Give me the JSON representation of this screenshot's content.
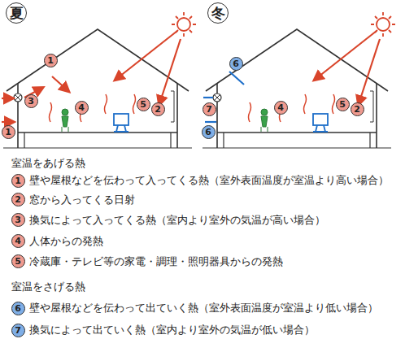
{
  "diagram": {
    "nodes": [
      {
        "text": [
          "夏"
        ]
      },
      {
        "text": [
          "冬"
        ]
      },
      {
        "text": [
          "1"
        ]
      },
      {
        "text": [
          "3"
        ]
      },
      {
        "text": [
          "1"
        ]
      },
      {
        "text": [
          "4"
        ]
      },
      {
        "text": [
          "5"
        ]
      },
      {
        "text": [
          "2"
        ]
      },
      {
        "text": [
          "6"
        ]
      },
      {
        "text": [
          "7"
        ]
      },
      {
        "text": [
          "6"
        ]
      },
      {
        "text": [
          "4"
        ]
      },
      {
        "text": [
          "5"
        ]
      },
      {
        "text": [
          "2"
        ]
      },
      {
        "text": [
          "1"
        ]
      },
      {
        "text": [
          "2"
        ]
      },
      {
        "text": [
          "3"
        ]
      },
      {
        "text": [
          "4"
        ]
      },
      {
        "text": [
          "5"
        ]
      },
      {
        "text": [
          "6"
        ]
      },
      {
        "text": [
          "7"
        ]
      }
    ],
    "labels": [
      "室温をあげる熱",
      "壁や屋根などを伝わって入ってくる熱（室外表面温度が室温より高い場合）",
      "窓から入ってくる日射",
      "換気によって入ってくる熱（室内より室外の気温が高い場合）",
      "人体からの発熱",
      "冷蔵庫・テレビ等の家電・調理・照明器具からの発熱",
      "室温をさげる熱",
      "壁や屋根などを伝わって出ていく熱（室外表面温度が室温より低い場合）",
      "換気によって出ていく熱（室内より室外の気温が低い場合）"
    ]
  }
}
